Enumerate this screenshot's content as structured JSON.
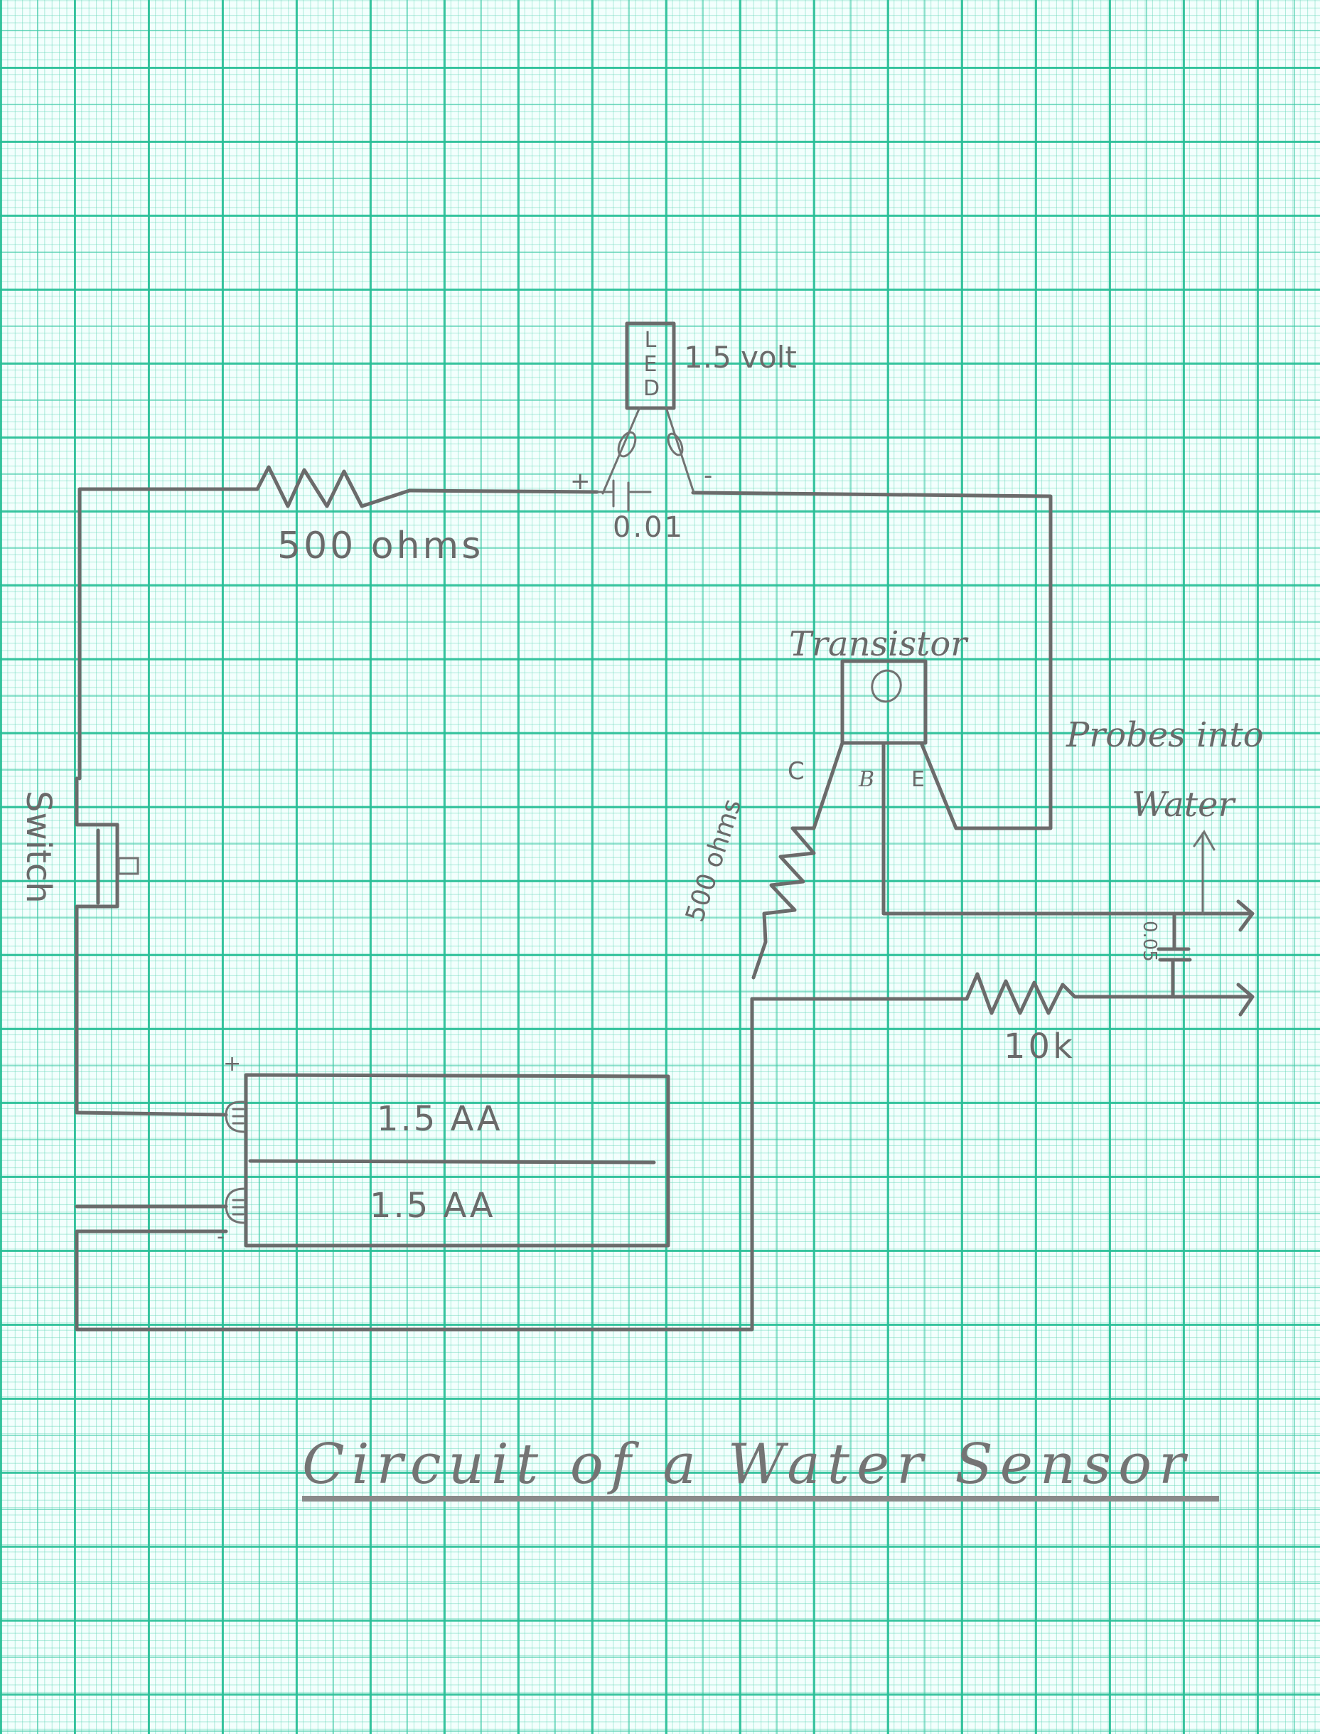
{
  "title": "Circuit of a Water Sensor",
  "paper": {
    "type": "graph paper",
    "grid_color": "#3fc7a0",
    "pencil_color": "#6b6b6b"
  },
  "components": {
    "resistor_top": {
      "label": "500 ohms"
    },
    "led": {
      "letters": [
        "L",
        "E",
        "D"
      ],
      "rating": "1.5 volt",
      "plus": "+",
      "minus": "-"
    },
    "capacitor_top": {
      "label": "0.01"
    },
    "transistor": {
      "label": "Transistor",
      "pins": {
        "collector": "C",
        "base": "B",
        "emitter": "E"
      }
    },
    "probes": {
      "label_line1": "Probes into",
      "label_line2": "Water"
    },
    "resistor_collector": {
      "label": "500 ohms"
    },
    "resistor_10k": {
      "label": "10k"
    },
    "capacitor_probe": {
      "label": "0.05"
    },
    "switch": {
      "label": "Switch"
    },
    "batteries": {
      "cells": [
        {
          "label": "1.5 AA"
        },
        {
          "label": "1.5 AA"
        }
      ],
      "plus": "+",
      "minus": "-"
    }
  }
}
